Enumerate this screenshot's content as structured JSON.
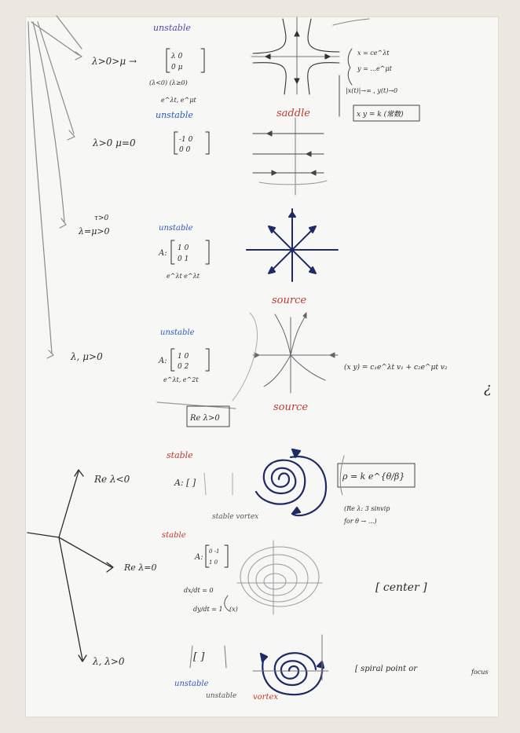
{
  "colors": {
    "ink": "#2a2a2a",
    "pencil": "#8a8a8a",
    "purple": "#5a3fb0",
    "blue": "#2c58c0",
    "red": "#c0392b",
    "navy": "#1e2a66"
  },
  "notes": {
    "sec1": {
      "stability": "unstable",
      "condition": "λ>0>μ →",
      "matrix_r1": "λ 0",
      "matrix_r2": "0 μ",
      "detail1": "(λ<0) (λ≥0)",
      "detail2": "e^λt, e^μt",
      "sol_eq1": "x = ce^λt",
      "sol_eq2": "y = ...e^μt",
      "sol_eq3": "|x(t)|→∞ , y(t)→0",
      "boxed": "x y = k (常数)",
      "label": "saddle"
    },
    "sec2": {
      "stability": "unstable",
      "condition": "λ>0 μ=0",
      "matrix_r1": "-1 0",
      "matrix_r2": "0 0"
    },
    "sec3": {
      "top": "τ>0",
      "condition": "λ=μ>0",
      "stability": "unstable",
      "matrix_r1": "1 0",
      "matrix_r2": "0 1",
      "detail": "e^λt e^λt",
      "label": "source"
    },
    "sec4": {
      "condition": "λ, μ>0",
      "stability": "unstable",
      "matrix_r1": "1 0",
      "matrix_r2": "0 2",
      "detail": "e^λt, e^2t",
      "sol": "(x y) = c₁e^λt v₁ + c₂e^μt v₂",
      "box": "Re λ>0",
      "label": "source"
    },
    "sec5": {
      "stability": "stable",
      "condition": "Re λ<0",
      "matrix": "A: [ ]",
      "sub": "stable vortex",
      "box": "ρ = k e^{θ/β}",
      "note1": "(Re λ: 3 sinvip",
      "note2": "for θ → ...)"
    },
    "sec6": {
      "stability": "stable",
      "condition": "Re λ=0",
      "matrix_r1": "0 -1",
      "matrix_r2": "1 0",
      "eq1": "dx/dt = 0",
      "eq2": "dy/dt = 1",
      "label": "[ center ]",
      "axis": "(x)"
    },
    "sec7": {
      "condition": "λ, λ>0",
      "matrix": "[ ]",
      "stability": "unstable",
      "sub1": "unstable",
      "sub2": "vortex",
      "label": "[ spiral point or",
      "label2": "focus"
    },
    "edge": "¿"
  }
}
